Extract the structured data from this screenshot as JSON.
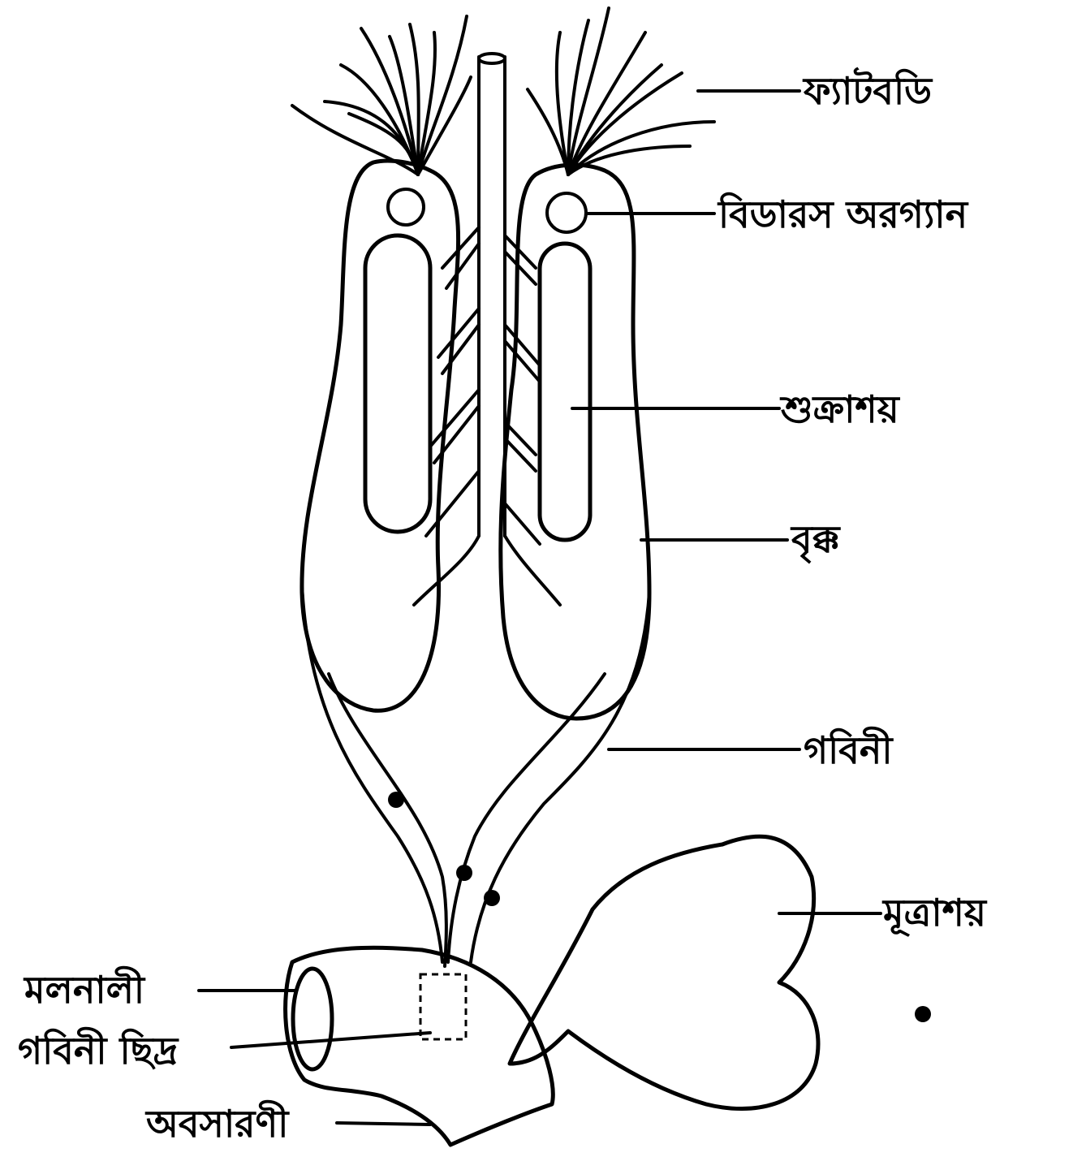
{
  "labels": {
    "fat_body": "ফ্যাটবডি",
    "bidder_organ": "বিডারস অরগ্যান",
    "seminal_vesicle": "শুক্রাশয়",
    "kidney": "বৃক্ক",
    "ureter": "গবিনী",
    "urinary_bladder": "মূত্রাশয়",
    "rectum": "মলনালী",
    "ureter_opening": "গবিনী ছিদ্র",
    "cloaca": "অবসারণী"
  },
  "colors": {
    "ink": "#000000",
    "background": "#ffffff"
  }
}
